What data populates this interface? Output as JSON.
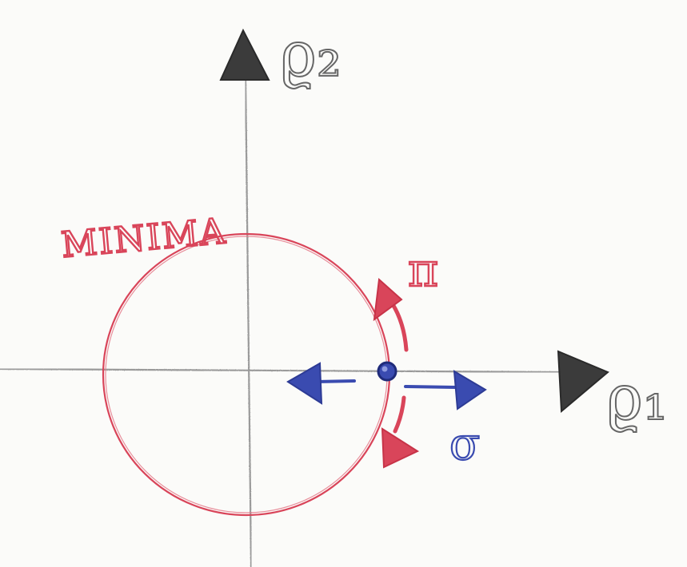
{
  "diagram": {
    "axes": {
      "x_label": "ϱ₁",
      "y_label": "ϱ₂"
    },
    "circle_label": "MINIMA",
    "pi_label": "π",
    "sigma_label": "σ"
  },
  "colors": {
    "paper": "#fbfbf9",
    "axis_line": "#9a9a9a",
    "axis_arrow": "#3b3b3b",
    "label_gray": "#666666",
    "red": "#d9455a",
    "blue": "#3a4bb0"
  }
}
